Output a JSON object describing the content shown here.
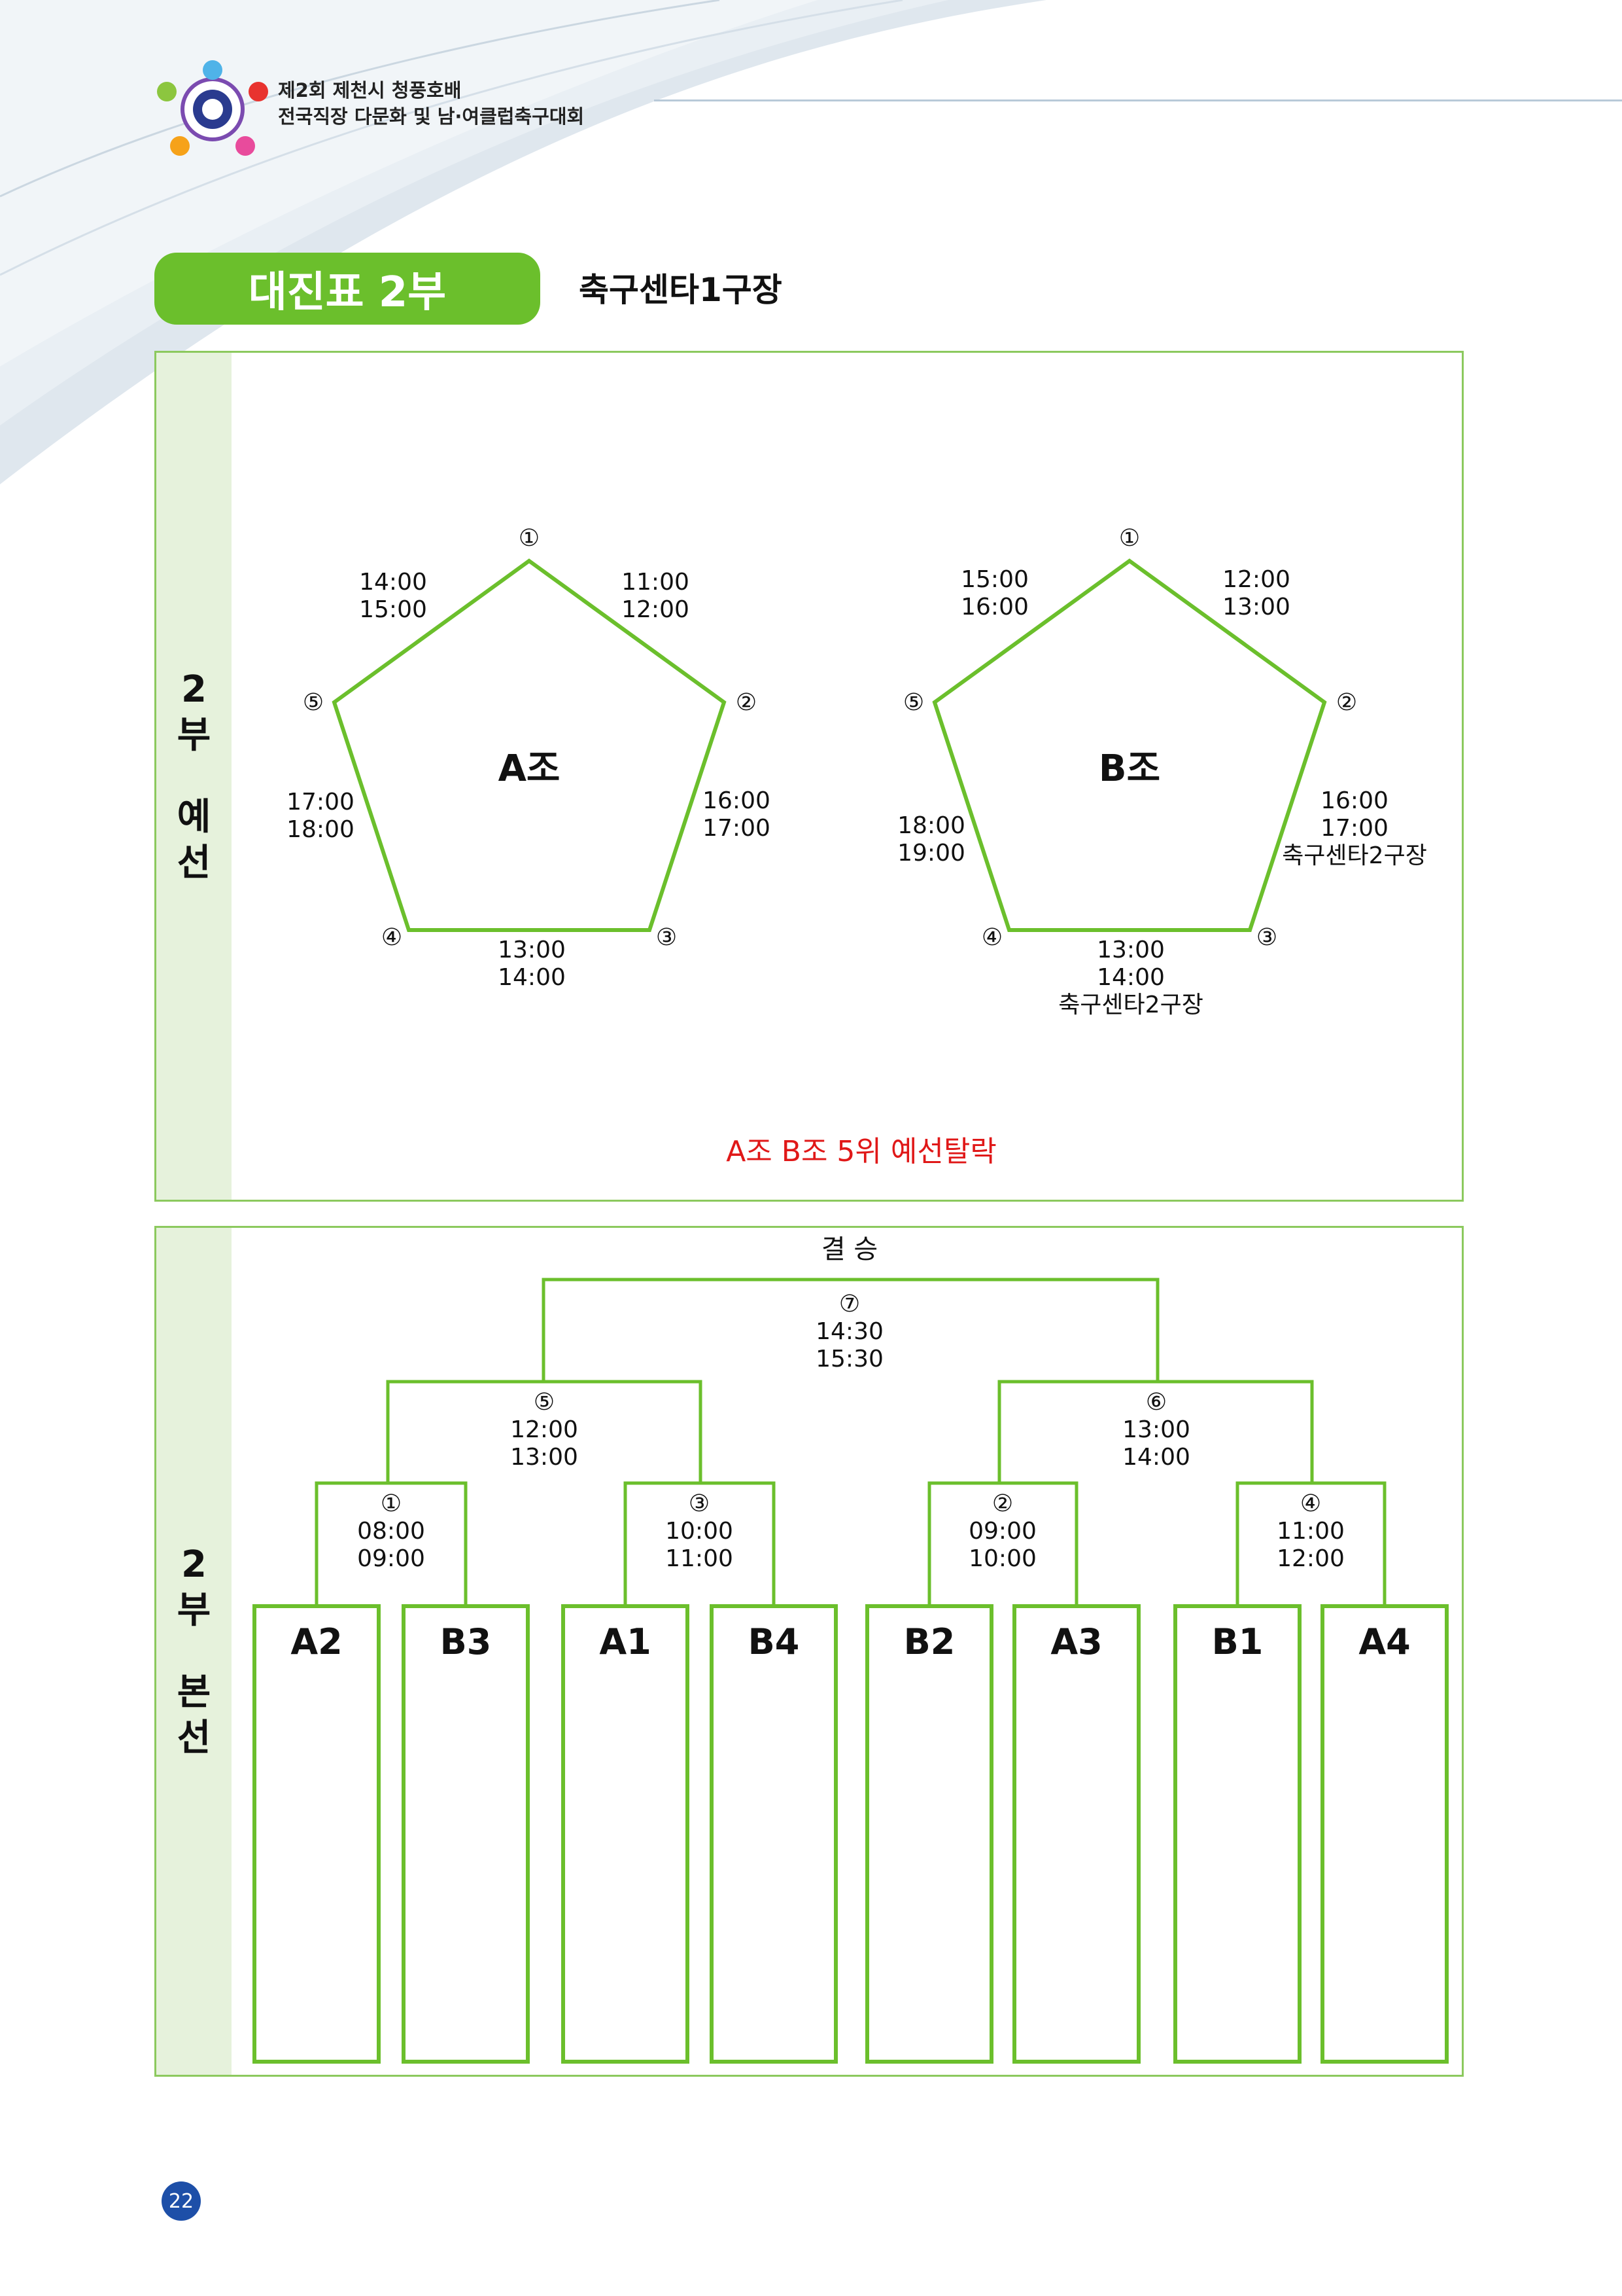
{
  "header": {
    "title_line1": "제2회 제천시 청풍호배",
    "title_line2": "전국직장 다문화 및 남·여클럽축구대회"
  },
  "section": {
    "title": "대진표 2부",
    "venue": "축구센타1구장"
  },
  "prelim": {
    "side_label": [
      "2",
      "부",
      "예",
      "선"
    ],
    "group_a": {
      "name": "A조",
      "vertices": [
        "①",
        "②",
        "③",
        "④",
        "⑤"
      ],
      "edges": {
        "e12": [
          "11:00",
          "12:00"
        ],
        "e23": [
          "16:00",
          "17:00"
        ],
        "e34": [
          "13:00",
          "14:00"
        ],
        "e45": [
          "17:00",
          "18:00"
        ],
        "e51": [
          "14:00",
          "15:00"
        ]
      }
    },
    "group_b": {
      "name": "B조",
      "vertices": [
        "①",
        "②",
        "③",
        "④",
        "⑤"
      ],
      "edges": {
        "e12": [
          "12:00",
          "13:00"
        ],
        "e23": [
          "16:00",
          "17:00",
          "축구센타2구장"
        ],
        "e34": [
          "13:00",
          "14:00",
          "축구센타2구장"
        ],
        "e45": [
          "18:00",
          "19:00"
        ],
        "e51": [
          "15:00",
          "16:00"
        ]
      }
    },
    "note": "A조 B조 5위 예선탈락"
  },
  "main": {
    "side_label": [
      "2",
      "부",
      "본",
      "선"
    ],
    "final": {
      "label": "결 승",
      "num": "⑦",
      "times": [
        "14:30",
        "15:30"
      ]
    },
    "semi": [
      {
        "num": "⑤",
        "times": [
          "12:00",
          "13:00"
        ]
      },
      {
        "num": "⑥",
        "times": [
          "13:00",
          "14:00"
        ]
      }
    ],
    "quarter": [
      {
        "num": "①",
        "times": [
          "08:00",
          "09:00"
        ]
      },
      {
        "num": "③",
        "times": [
          "10:00",
          "11:00"
        ]
      },
      {
        "num": "②",
        "times": [
          "09:00",
          "10:00"
        ]
      },
      {
        "num": "④",
        "times": [
          "11:00",
          "12:00"
        ]
      }
    ],
    "teams": [
      "A2",
      "B3",
      "A1",
      "B4",
      "B2",
      "A3",
      "B1",
      "A4"
    ]
  },
  "page_number": "22",
  "colors": {
    "accent": "#6bbf2c",
    "border": "#8cc95e",
    "strip": "#e6f2dc",
    "note": "#e01818",
    "page_badge": "#1d4fa8"
  }
}
